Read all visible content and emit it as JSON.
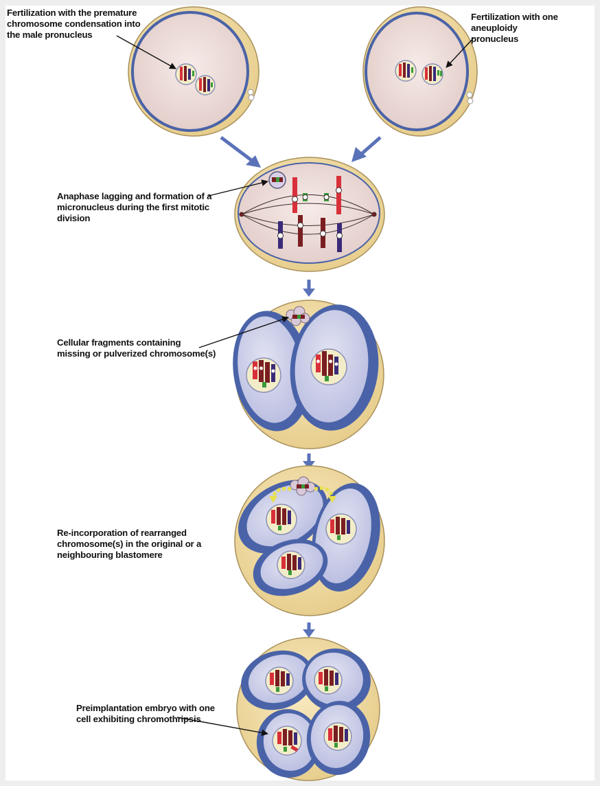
{
  "labels": {
    "fert_premature": "Fertilization with the premature\nchromosome condensation into\nthe male pronucleus",
    "fert_aneuploidy": "Fertilization with one aneuploidy\npronucleus",
    "anaphase": "Anaphase lagging and formation of a\nmicronucleus during the first mitotic\ndivision",
    "fragments": "Cellular fragments  containing\nmissing or pulverized chromosome(s)",
    "reincorporation": "Re-incorporation of rearranged\nchromosome(s) in the original or  a\nneighbouring blastomere",
    "preimplantation": "Preimplantation embryo with one\ncell exhibiting chromothripsis"
  },
  "colors": {
    "zona": "#f3dfa8",
    "zona_edge": "#a8905a",
    "cytoplasm": "#eeddd9",
    "membrane": "#4a63a8",
    "blastomere": "#cfd2ea",
    "arrow": "#5a72b8",
    "nucleus": "#f2edc8",
    "chromosome_red": "#d8303a",
    "chromosome_maroon": "#7a1e22",
    "chromosome_purple": "#3a2a78",
    "chromosome_green": "#3a9a3a"
  },
  "icons": {
    "flow_arrow": "down-arrow-icon",
    "pointer": "pointer-arrow-icon"
  }
}
